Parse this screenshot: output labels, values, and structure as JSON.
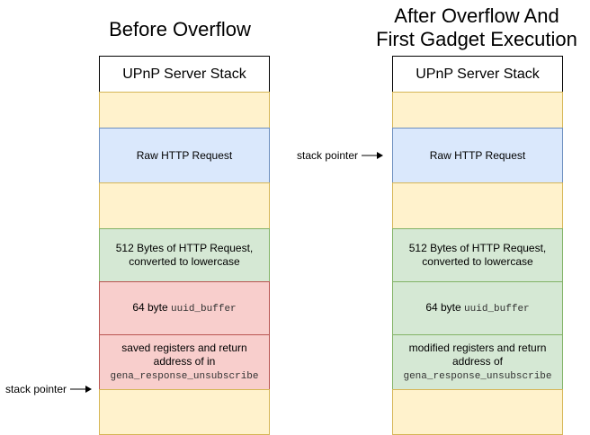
{
  "left": {
    "title": "Before Overflow",
    "header": "UPnP Server Stack",
    "raw": "Raw HTTP Request",
    "bytes": "512 Bytes of HTTP Request, converted to lowercase",
    "uuid_prefix": "64 byte ",
    "uuid_code": "uuid_buffer",
    "saved_text": "saved registers and return address of in",
    "saved_code": "gena_response_unsubscribe",
    "pointer": "stack pointer"
  },
  "right": {
    "title_line1": "After Overflow And",
    "title_line2": "First Gadget Execution",
    "header": "UPnP Server Stack",
    "raw": "Raw HTTP Request",
    "bytes": "512 Bytes of HTTP Request, converted to lowercase",
    "uuid_prefix": "64 byte ",
    "uuid_code": "uuid_buffer",
    "modified_text": "modified registers and return address of",
    "modified_code": "gena_response_unsubscribe",
    "pointer": "stack pointer"
  }
}
